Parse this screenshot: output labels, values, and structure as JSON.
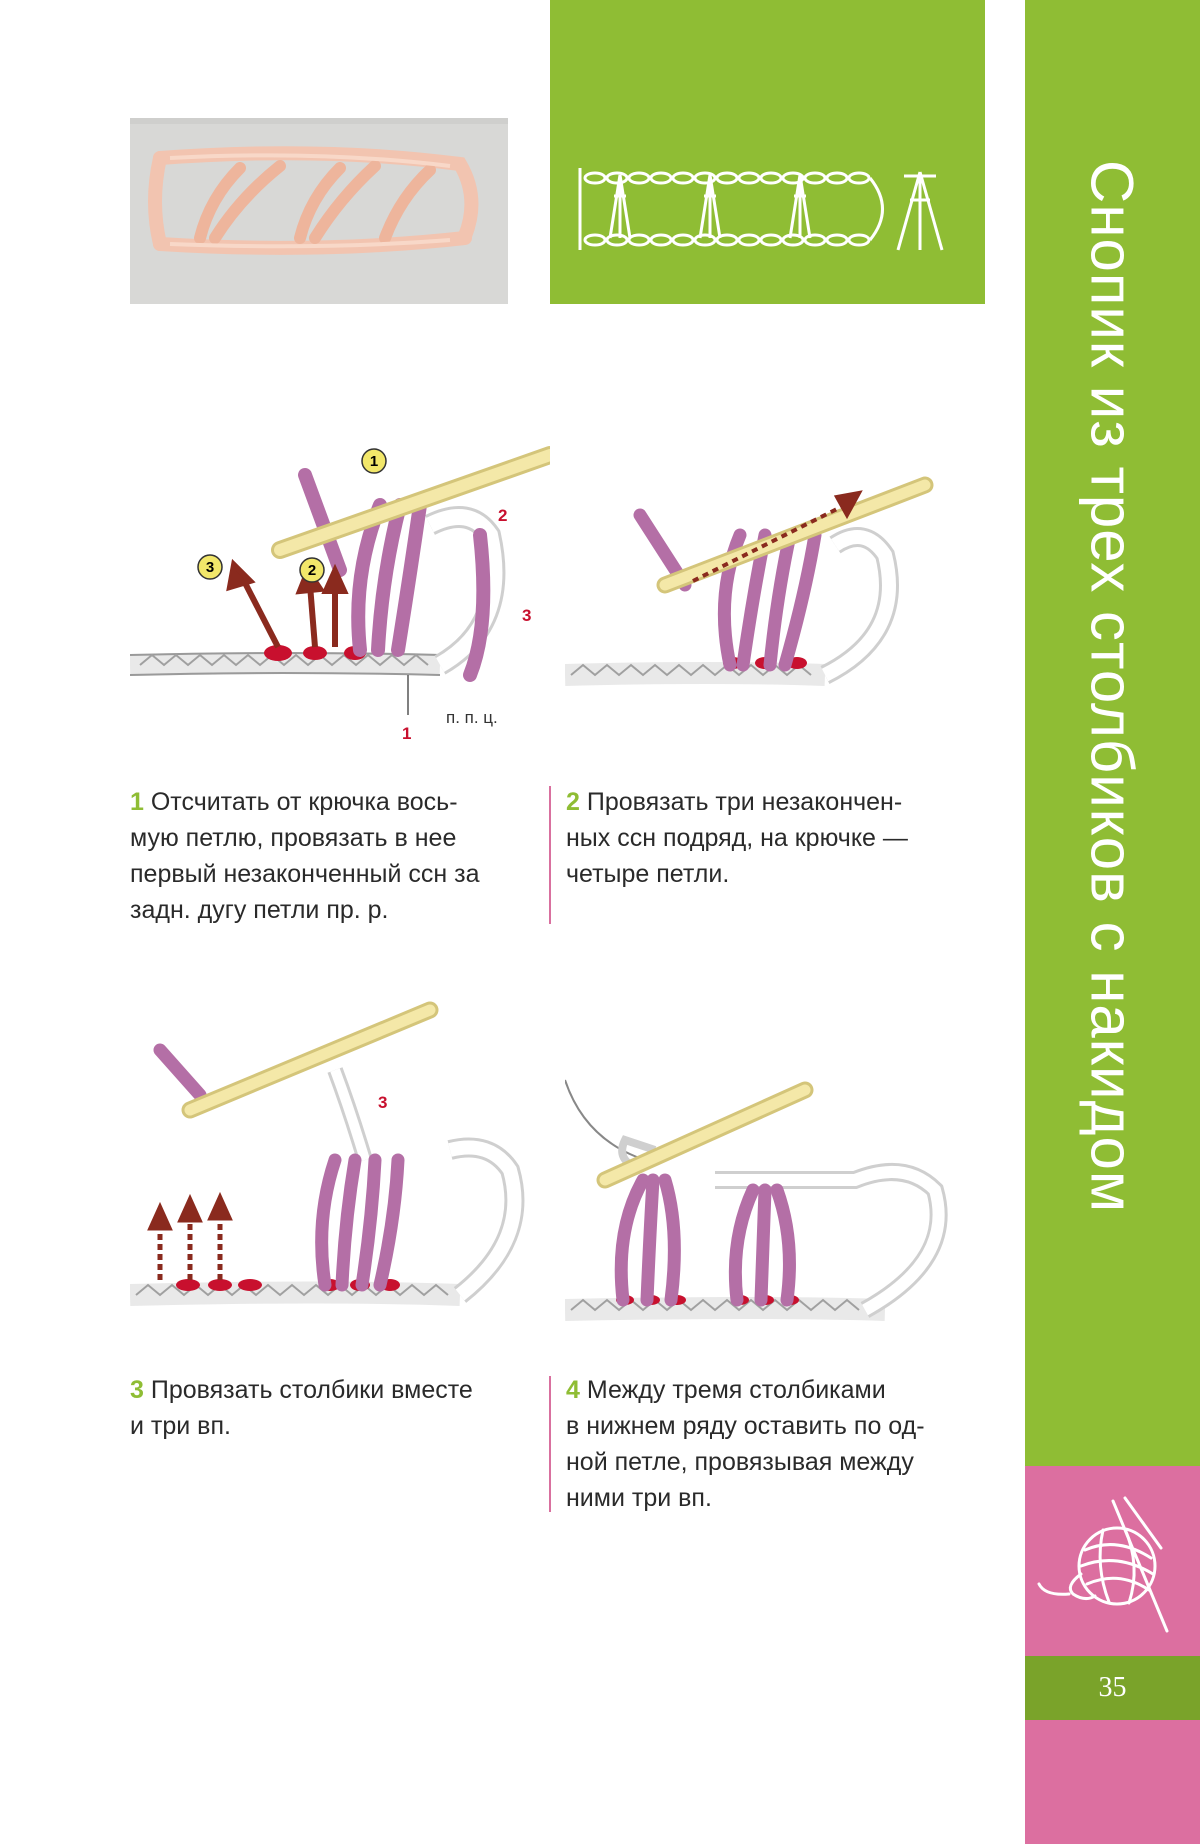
{
  "title": "Снопик из трех столбиков с накидом",
  "page_number": "35",
  "diagram_labels": {
    "d1_circle_1": "1",
    "d1_circle_2": "2",
    "d1_circle_3": "3",
    "d1_red_2": "2",
    "d1_red_3": "3",
    "d1_red_1": "1",
    "d1_ppc": "п. п. ц.",
    "d3_red_3": "3"
  },
  "steps": [
    {
      "num": "1",
      "text": "Отсчитать от крючка вось-\nмую петлю, провязать в нее\nпервый незаконченный ссн за\nзадн. дугу петли пр. р."
    },
    {
      "num": "2",
      "text": "Провязать три незакончен-\nных ссн подряд, на крючке —\nчетыре петли."
    },
    {
      "num": "3",
      "text": "Провязать столбики вместе\nи три вп."
    },
    {
      "num": "4",
      "text": "Между тремя столбиками\nв нижнем ряду оставить по од-\nной петле, провязывая между\nними три вп."
    }
  ],
  "colors": {
    "green": "#8fbd34",
    "pink": "#dc6fa0",
    "olive": "#7aa32a",
    "yarn": "#b46fa6",
    "hook": "#f3e6a0",
    "arrow": "#8a2a1e"
  }
}
